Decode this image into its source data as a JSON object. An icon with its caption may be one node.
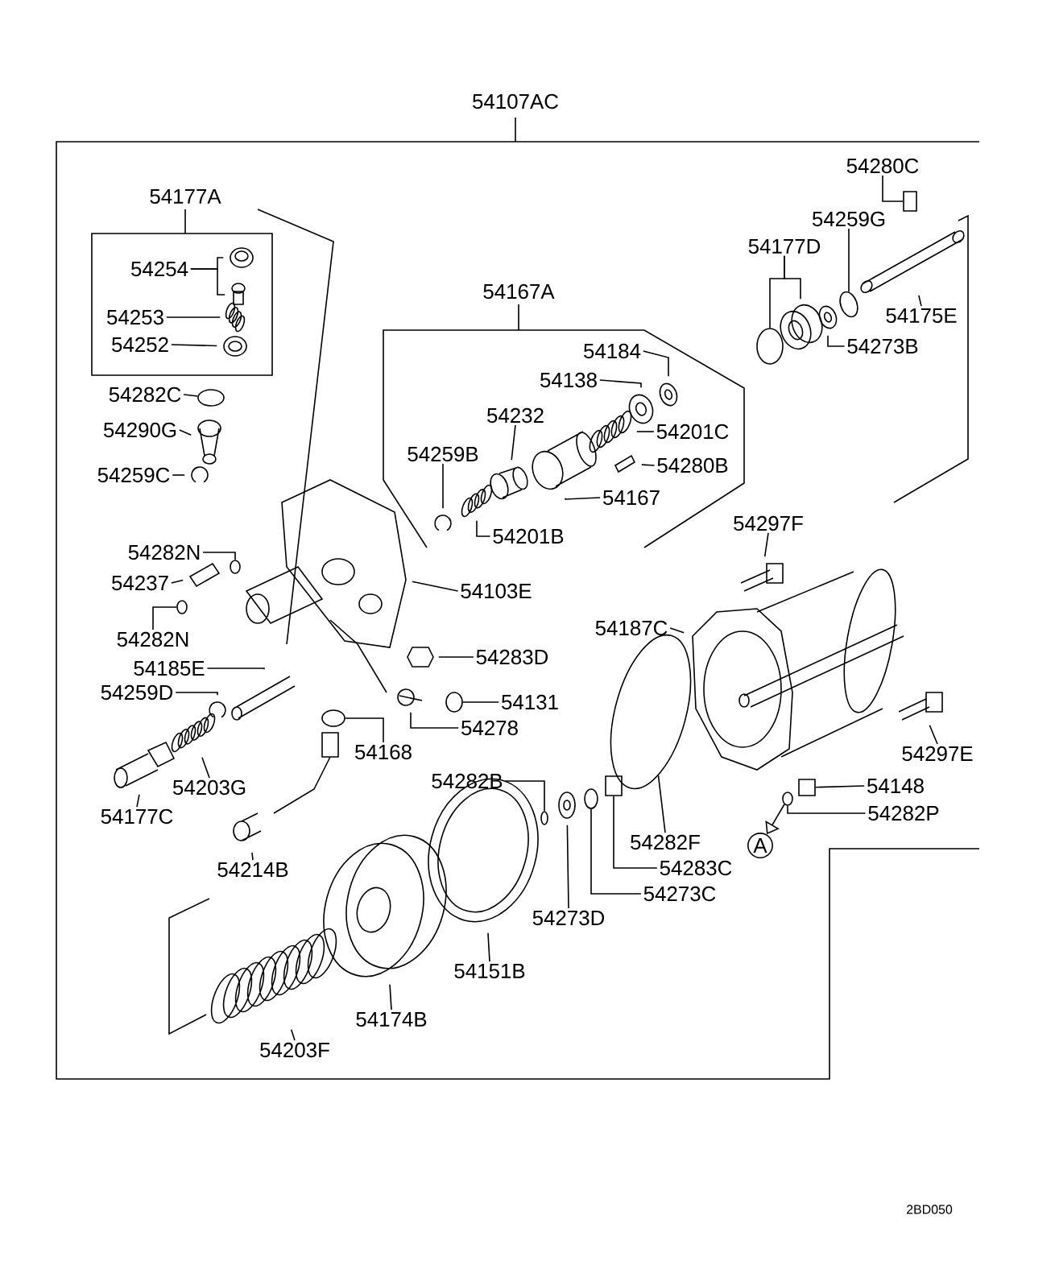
{
  "diagram": {
    "nodes": [
      {
        "text": [
          "54107AC"
        ]
      },
      {
        "text": [
          "54177A"
        ],
        "in": 0
      },
      {
        "text": [
          "54254"
        ],
        "in": 1
      },
      {
        "text": [
          "54253"
        ],
        "in": 1
      },
      {
        "text": [
          "54252"
        ],
        "in": 1
      },
      {
        "text": [
          "54282C"
        ],
        "in": 0
      },
      {
        "text": [
          "54290G"
        ],
        "in": 0
      },
      {
        "text": [
          "54259C"
        ],
        "in": 0
      },
      {
        "text": [
          "54167A"
        ],
        "in": 0
      },
      {
        "text": [
          "54184"
        ],
        "in": 8
      },
      {
        "text": [
          "54138"
        ],
        "in": 8
      },
      {
        "text": [
          "54232"
        ],
        "in": 8
      },
      {
        "text": [
          "54259B"
        ],
        "in": 8
      },
      {
        "text": [
          "54201C"
        ],
        "in": 8
      },
      {
        "text": [
          "54280B"
        ],
        "in": 8
      },
      {
        "text": [
          "54167"
        ],
        "in": 8
      },
      {
        "text": [
          "54201B"
        ],
        "in": 8
      },
      {
        "text": [
          "54280C"
        ],
        "in": 0
      },
      {
        "text": [
          "54259G"
        ],
        "in": 0
      },
      {
        "text": [
          "54177D"
        ],
        "in": 0
      },
      {
        "text": [
          "54175E"
        ],
        "in": 0
      },
      {
        "text": [
          "54273B"
        ],
        "in": 0
      },
      {
        "text": [
          "54282N"
        ],
        "in": 0
      },
      {
        "text": [
          "54237"
        ],
        "in": 0
      },
      {
        "text": [
          "54282N"
        ],
        "in": 0
      },
      {
        "text": [
          "54185E"
        ],
        "in": 0
      },
      {
        "text": [
          "54259D"
        ],
        "in": 0
      },
      {
        "text": [
          "54103E"
        ],
        "in": 0
      },
      {
        "text": [
          "54297F"
        ],
        "in": 0
      },
      {
        "text": [
          "54187C"
        ],
        "in": 0
      },
      {
        "text": [
          "54283D"
        ],
        "in": 0
      },
      {
        "text": [
          "54131"
        ],
        "in": 0
      },
      {
        "text": [
          "54278"
        ],
        "in": 0
      },
      {
        "text": [
          "54168"
        ],
        "in": 0
      },
      {
        "text": [
          "54203G"
        ],
        "in": 0
      },
      {
        "text": [
          "54177C"
        ],
        "in": 0
      },
      {
        "text": [
          "54214B"
        ],
        "in": 0
      },
      {
        "text": [
          "54297E"
        ],
        "in": 0
      },
      {
        "text": [
          "54148"
        ],
        "in": 0
      },
      {
        "text": [
          "54282P"
        ],
        "in": 0
      },
      {
        "text": [
          "54282F"
        ],
        "in": 0
      },
      {
        "text": [
          "54282B"
        ],
        "in": 0
      },
      {
        "text": [
          "54283C"
        ],
        "in": 0
      },
      {
        "text": [
          "54273C"
        ],
        "in": 0
      },
      {
        "text": [
          "54273D"
        ],
        "in": 0
      },
      {
        "text": [
          "A"
        ],
        "in": 0
      },
      {
        "text": [
          "54151B"
        ],
        "in": 0
      },
      {
        "text": [
          "54174B"
        ],
        "in": 0
      },
      {
        "text": [
          "54203F"
        ],
        "in": 0
      },
      {
        "text": [],
        "shape": "picture",
        "in": 1
      },
      {
        "text": [],
        "shape": "picture",
        "in": 1
      },
      {
        "text": [],
        "shape": "picture",
        "in": 1
      },
      {
        "text": [],
        "shape": "picture",
        "in": 1
      },
      {
        "text": [],
        "shape": "circle",
        "in": 0
      },
      {
        "text": [],
        "shape": "picture",
        "in": 0
      },
      {
        "text": [],
        "shape": "picture",
        "in": 0
      },
      {
        "text": [],
        "shape": "picture",
        "in": 8
      },
      {
        "text": [],
        "shape": "picture",
        "in": 8
      },
      {
        "text": [],
        "shape": "picture",
        "in": 8
      },
      {
        "text": [],
        "shape": "picture",
        "in": 8
      },
      {
        "text": [],
        "shape": "picture",
        "in": 8
      },
      {
        "text": [],
        "shape": "picture",
        "in": 8
      },
      {
        "text": [],
        "shape": "picture",
        "in": 8
      },
      {
        "text": [],
        "shape": "picture",
        "in": 8
      },
      {
        "text": [],
        "shape": "box",
        "in": 0
      },
      {
        "text": [],
        "shape": "circle",
        "in": 0
      },
      {
        "text": [],
        "shape": "circle",
        "in": 0
      },
      {
        "text": [],
        "shape": "picture",
        "in": 0
      },
      {
        "text": [],
        "shape": "picture",
        "in": 0
      },
      {
        "text": [],
        "shape": "picture",
        "in": 0
      },
      {
        "text": [],
        "shape": "circle",
        "in": 0
      },
      {
        "text": [],
        "shape": "picture",
        "in": 0
      },
      {
        "text": [],
        "shape": "circle",
        "in": 0
      },
      {
        "text": [],
        "shape": "picture",
        "in": 0
      },
      {
        "text": [],
        "shape": "picture",
        "in": 0
      },
      {
        "text": [],
        "shape": "picture",
        "in": 0
      },
      {
        "text": [],
        "shape": "picture",
        "in": 0
      },
      {
        "text": [],
        "shape": "picture",
        "in": 0
      },
      {
        "text": [],
        "shape": "picture",
        "in": 0
      },
      {
        "text": [],
        "shape": "circle",
        "in": 0
      },
      {
        "text": [],
        "shape": "picture",
        "in": 0
      },
      {
        "text": [],
        "shape": "circle",
        "in": 0
      },
      {
        "text": [],
        "shape": "picture",
        "in": 0
      },
      {
        "text": [],
        "shape": "picture",
        "in": 0
      },
      {
        "text": [],
        "shape": "picture",
        "in": 0
      },
      {
        "text": [],
        "shape": "picture",
        "in": 0
      },
      {
        "text": [],
        "shape": "box",
        "in": 0
      },
      {
        "text": [],
        "shape": "circle",
        "in": 0
      },
      {
        "text": [],
        "shape": "circle",
        "in": 0
      },
      {
        "text": [],
        "shape": "circle",
        "in": 0
      },
      {
        "text": [],
        "shape": "box",
        "in": 0
      },
      {
        "text": [],
        "shape": "circle",
        "in": 0
      },
      {
        "text": [],
        "shape": "picture",
        "in": 0
      },
      {
        "text": [],
        "shape": "picture",
        "in": 0
      },
      {
        "text": [],
        "shape": "picture",
        "in": 0
      },
      {
        "text": [],
        "shape": "picture",
        "in": 0
      }
    ],
    "edges": [
      {
        "from": 2,
        "to": 49,
        "arrow": "none"
      },
      {
        "from": 2,
        "to": 50,
        "arrow": "none"
      },
      {
        "from": 3,
        "to": 51,
        "arrow": "none"
      },
      {
        "from": 4,
        "to": 52,
        "arrow": "none"
      },
      {
        "from": 5,
        "to": 53,
        "arrow": "none"
      },
      {
        "from": 6,
        "to": 54,
        "arrow": "none"
      },
      {
        "from": 7,
        "to": 55,
        "arrow": "none"
      },
      {
        "from": 9,
        "to": 56,
        "arrow": "none"
      },
      {
        "from": 10,
        "to": 57,
        "arrow": "none"
      },
      {
        "from": 11,
        "to": 61,
        "arrow": "none"
      },
      {
        "from": 12,
        "to": 62,
        "arrow": "none"
      },
      {
        "from": 13,
        "to": 58,
        "arrow": "none"
      },
      {
        "from": 14,
        "to": 59,
        "arrow": "none"
      },
      {
        "from": 15,
        "to": 60,
        "arrow": "none"
      },
      {
        "from": 16,
        "to": 63,
        "arrow": "none"
      },
      {
        "from": 17,
        "to": 64,
        "arrow": "none"
      },
      {
        "from": 18,
        "to": 65,
        "arrow": "none"
      },
      {
        "from": 19,
        "to": 66,
        "arrow": "none"
      },
      {
        "from": 19,
        "to": 67,
        "arrow": "none"
      },
      {
        "from": 20,
        "to": 68,
        "arrow": "none"
      },
      {
        "from": 21,
        "to": 69,
        "arrow": "none"
      },
      {
        "from": 22,
        "to": 70,
        "arrow": "none"
      },
      {
        "from": 23,
        "to": 71,
        "arrow": "none"
      },
      {
        "from": 24,
        "to": 72,
        "arrow": "none"
      },
      {
        "from": 25,
        "to": 73,
        "arrow": "none"
      },
      {
        "from": 26,
        "to": 74,
        "arrow": "none"
      },
      {
        "from": 27,
        "to": 75,
        "arrow": "none"
      },
      {
        "from": 28,
        "to": 76,
        "arrow": "none"
      },
      {
        "from": 29,
        "to": 77,
        "arrow": "none"
      },
      {
        "from": 30,
        "to": 78,
        "arrow": "none"
      },
      {
        "from": 31,
        "to": 79,
        "arrow": "none"
      },
      {
        "from": 32,
        "to": 80,
        "arrow": "none"
      },
      {
        "from": 33,
        "to": 81,
        "arrow": "none"
      },
      {
        "from": 34,
        "to": 82,
        "arrow": "none"
      },
      {
        "from": 35,
        "to": 83,
        "arrow": "none"
      },
      {
        "from": 36,
        "to": 84,
        "arrow": "none"
      },
      {
        "from": 37,
        "to": 85,
        "arrow": "none"
      },
      {
        "from": 38,
        "to": 86,
        "arrow": "none"
      },
      {
        "from": 39,
        "to": 87,
        "arrow": "none"
      },
      {
        "from": 40,
        "to": 88,
        "arrow": "none"
      },
      {
        "from": 41,
        "to": 89,
        "arrow": "none"
      },
      {
        "from": 42,
        "to": 90,
        "arrow": "none"
      },
      {
        "from": 43,
        "to": 91,
        "arrow": "none"
      },
      {
        "from": 44,
        "to": 92,
        "arrow": "none"
      },
      {
        "from": 46,
        "to": 93,
        "arrow": "none"
      },
      {
        "from": 47,
        "to": 94,
        "arrow": "none"
      },
      {
        "from": 48,
        "to": 95,
        "arrow": "none"
      },
      {
        "from": 87,
        "to": 45,
        "arrow": "to"
      }
    ],
    "labels": [
      "2BD050"
    ]
  }
}
